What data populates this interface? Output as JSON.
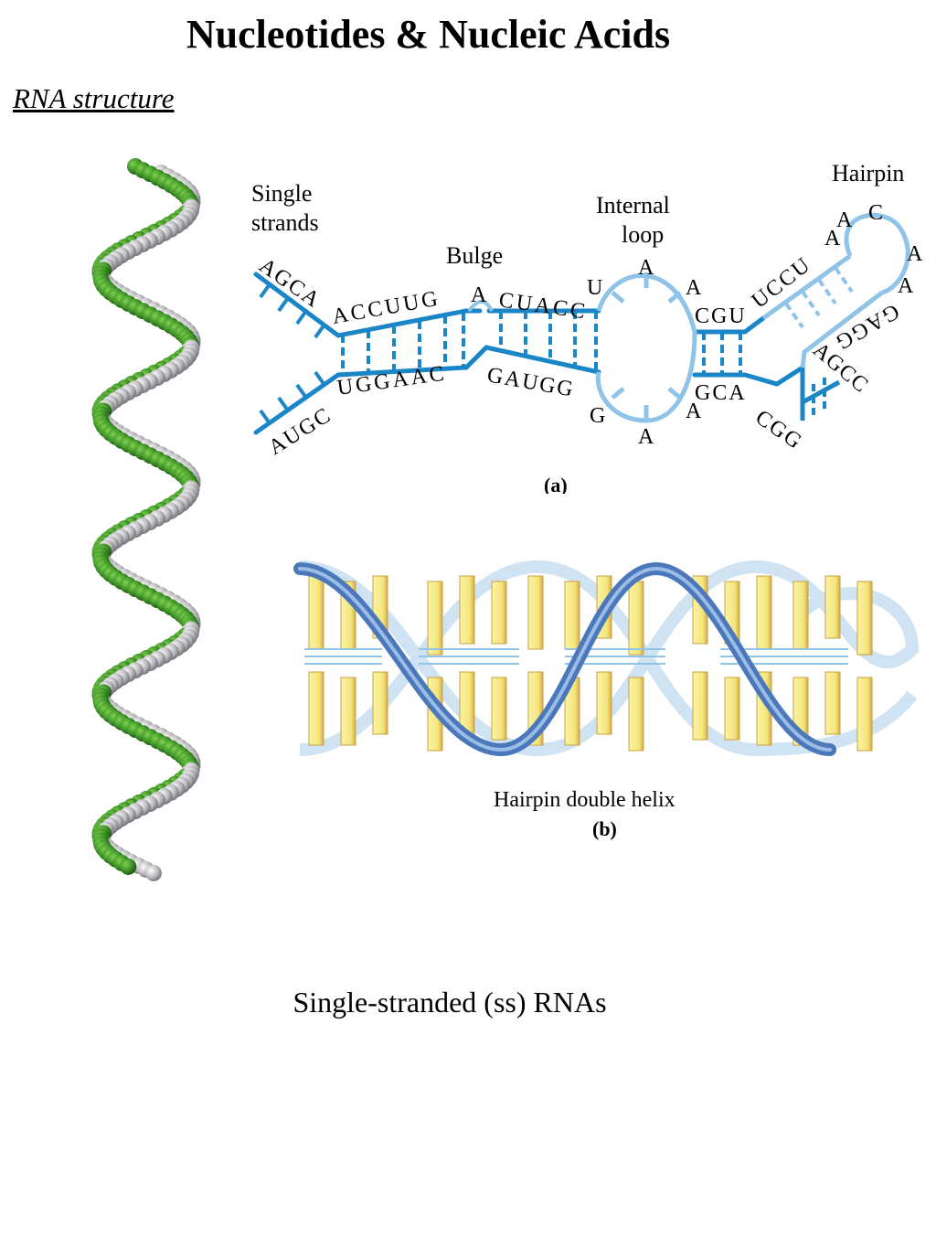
{
  "page": {
    "title": "Nucleotides & Nucleic Acids",
    "subtitle": "RNA structure",
    "caption": "Single-stranded (ss) RNAs"
  },
  "figure_a": {
    "labels": {
      "single_strands_1": "Single",
      "single_strands_2": "strands",
      "bulge": "Bulge",
      "internal_loop_1": "Internal",
      "internal_loop_2": "loop",
      "hairpin": "Hairpin"
    },
    "top_strand_left": "AGCA",
    "top_strand_stem": "ACCUUG",
    "bulge_base": "A",
    "top_strand_right": "CUACC",
    "internal_loop_top": [
      "U",
      "A",
      "A"
    ],
    "internal_loop_bottom": [
      "G",
      "A",
      "A"
    ],
    "top_stem2": "CGU",
    "bottom_stem2": "GCA",
    "hairpin_up": "UCCU",
    "hairpin_loop": [
      "A",
      "A",
      "C",
      "A",
      "A"
    ],
    "hairpin_down": "GAGG",
    "hairpin_side": "AGCC",
    "hairpin_tail": "CGG",
    "bottom_strand_left": "AUGC",
    "bottom_strand_stem": "UGGAAC",
    "bottom_strand_right": "GAUGG",
    "panel_label": "(a)"
  },
  "figure_b": {
    "caption": "Hairpin double helix",
    "panel_label": "(b)"
  },
  "colors": {
    "strand_blue": "#1a86c7",
    "loop_light_blue": "#8fc3e8",
    "helix_blue": "#4a78bb",
    "base_yellow": "#f3e57a",
    "atom_green": "#3a8f25",
    "atom_gray": "#b9b9bd"
  }
}
